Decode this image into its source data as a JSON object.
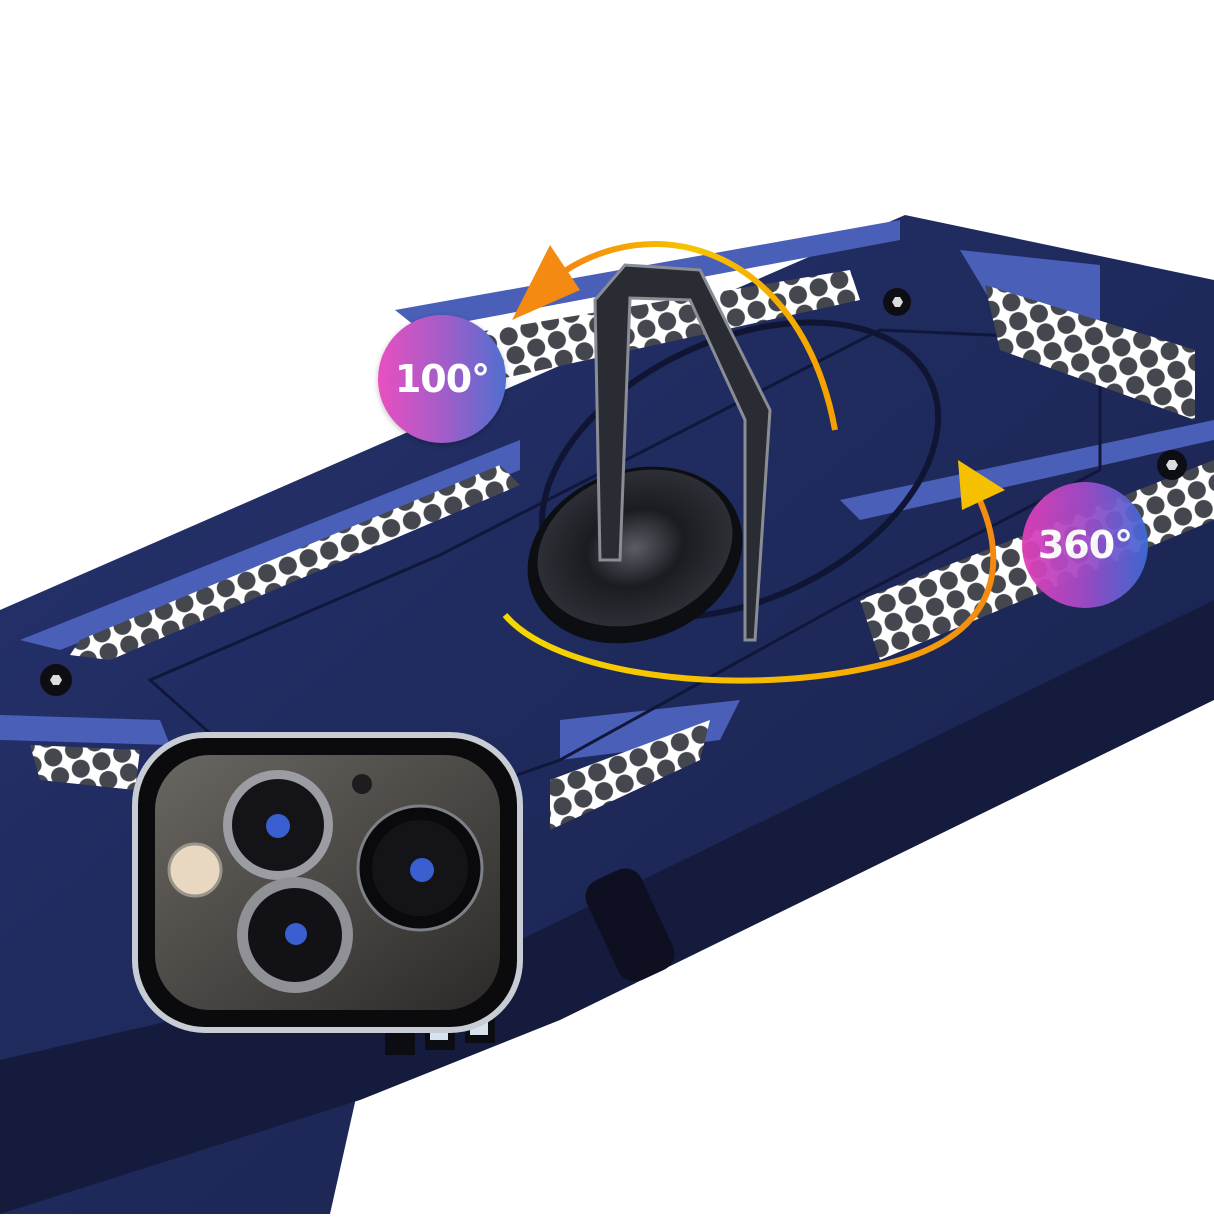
{
  "product": {
    "subject": "Rugged armor phone case with rotating ring holder kickstand",
    "case_color": "navy blue",
    "accent_colors": {
      "case_body": "#1f2a5c",
      "case_highlight": "#4a5fb8",
      "honeycomb_grip": "#3a3d45",
      "ring_metal": "#2a2c33",
      "arrow_orange": "#f48a12",
      "arrow_yellow": "#f5d400",
      "badge_pink": "#e94fc0",
      "badge_blue": "#4f6fd0"
    }
  },
  "badges": {
    "fold_angle": "100°",
    "rotation_angle": "360°"
  },
  "icons": {
    "fold_arrow": "curved-arrow-icon",
    "rotate_arrow": "curved-arrow-icon"
  },
  "camera": {
    "lenses": 3,
    "flash": 1,
    "mic": 1
  }
}
